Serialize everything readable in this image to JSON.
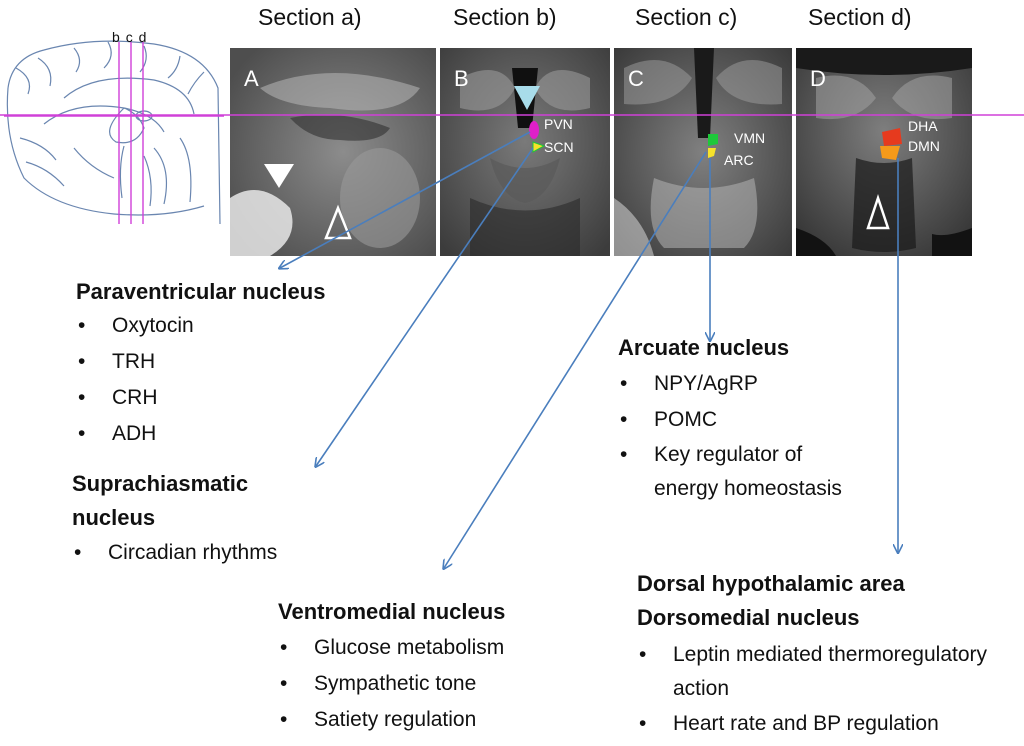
{
  "sagittal": {
    "line_labels": [
      "b",
      "c",
      "d"
    ]
  },
  "sections": [
    {
      "title": "Section a)",
      "letter": "A",
      "labels": []
    },
    {
      "title": "Section b)",
      "letter": "B",
      "labels": [
        "PVN",
        "SCN"
      ]
    },
    {
      "title": "Section c)",
      "letter": "C",
      "labels": [
        "VMN",
        "ARC"
      ]
    },
    {
      "title": "Section d)",
      "letter": "D",
      "labels": [
        "DHA",
        "DMN"
      ]
    }
  ],
  "nucleus_colors": {
    "pvn": "#e020c8",
    "scn": "#f6e22a",
    "vmn": "#1ec83a",
    "arc": "#f6e22a",
    "dha": "#e63a1e",
    "dmn": "#f59a1a"
  },
  "accent_colors": {
    "arrow": "#4a7ebd",
    "reference_line": "#d040d8",
    "arrowhead_light": "#a8dcea"
  },
  "groups": {
    "pvn": {
      "title": "Paraventricular nucleus",
      "items": [
        "Oxytocin",
        "TRH",
        "CRH",
        "ADH"
      ]
    },
    "scn": {
      "title_lines": [
        "Suprachiasmatic",
        "nucleus"
      ],
      "items": [
        "Circadian rhythms"
      ]
    },
    "vmn": {
      "title": "Ventromedial nucleus",
      "items": [
        "Glucose metabolism",
        "Sympathetic tone",
        "Satiety regulation"
      ]
    },
    "arc": {
      "title": "Arcuate nucleus",
      "items": [
        "NPY/AgRP",
        "POMC",
        "Key regulator of energy homeostasis"
      ]
    },
    "dmn": {
      "title_lines": [
        "Dorsal hypothalamic area",
        "Dorsomedial nucleus"
      ],
      "items": [
        "Leptin mediated thermoregulatory action",
        "Heart rate and BP regulation"
      ]
    }
  }
}
